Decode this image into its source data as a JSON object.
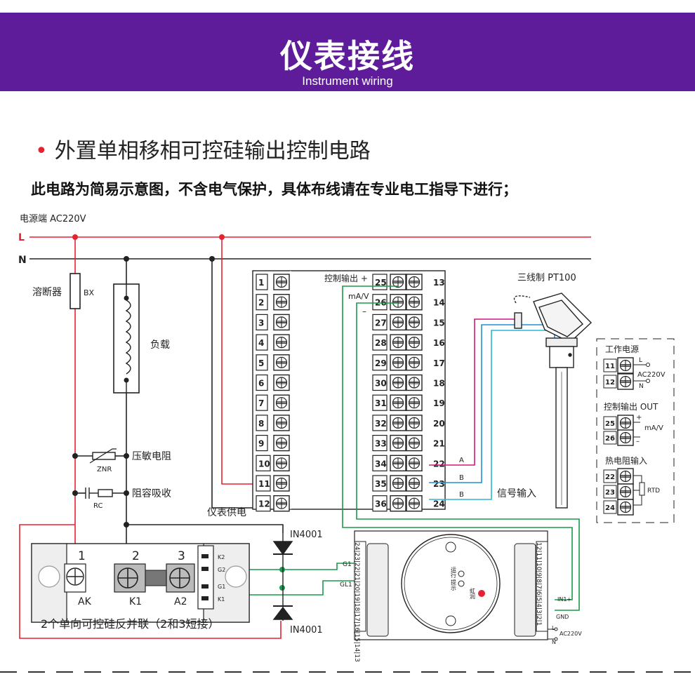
{
  "header": {
    "title": "仪表接线",
    "subtitle": "Instrument wiring"
  },
  "section": {
    "bullet": "•",
    "title": "外置单相移相可控硅输出控制电路"
  },
  "note": "此电路为简易示意图，不含电气保护，具体布线请在专业电工指导下进行；",
  "power": {
    "label": "电源端  AC220V",
    "line": "L",
    "neutral": "N"
  },
  "components": {
    "fuse": "溶断器",
    "fuse_code": "BX",
    "load": "负载",
    "varistor": "压敏电阻",
    "varistor_code": "ZNR",
    "snubber": "阻容吸收",
    "snubber_code": "RC",
    "instrument_supply": "仪表供电",
    "diode_top": "IN4001",
    "diode_bottom": "IN4001",
    "scr_caption": "2个单向可控硅反并联（2和3短接）",
    "scr_terms": [
      "1",
      "2",
      "3"
    ],
    "scr_names": [
      "AK",
      "K1",
      "A2"
    ],
    "scr_side": [
      "K2",
      "G2",
      "G1",
      "K1"
    ]
  },
  "terminals": {
    "left": [
      "1",
      "2",
      "3",
      "4",
      "5",
      "6",
      "7",
      "8",
      "9",
      "10",
      "11",
      "12"
    ],
    "mid": [
      "25",
      "26",
      "27",
      "28",
      "29",
      "30",
      "31",
      "32",
      "33",
      "34",
      "35",
      "36"
    ],
    "right": [
      "13",
      "14",
      "15",
      "16",
      "17",
      "18",
      "19",
      "20",
      "21",
      "22",
      "23",
      "24"
    ],
    "ctrl_out": "控制输出 +",
    "mav": "mA/V",
    "minus": "–",
    "signal_input": "信号输入",
    "wire_a": "A",
    "wire_b1": "B",
    "wire_b2": "B"
  },
  "sensor": {
    "label": "三线制 PT100"
  },
  "legend": {
    "power_title": "工作电源",
    "power_terms": [
      "11",
      "12"
    ],
    "power_L": "L",
    "power_N": "N",
    "power_ac": "AC220V",
    "ctrl_title": "控制输出 OUT",
    "ctrl_terms": [
      "25",
      "26"
    ],
    "ctrl_plus": "+",
    "ctrl_minus": "–",
    "ctrl_mav": "mA/V",
    "rtd_title": "热电阻输入",
    "rtd_terms": [
      "22",
      "23",
      "24"
    ],
    "rtd_label": "RTD"
  },
  "module": {
    "left_pins": "24|23|22|21|20|19|18|17|16|15|14|13",
    "right_pins": "12|11|10|9|8|7|6|5|4|3|2|1",
    "g1": "G1",
    "gl1": "GL1",
    "in1": "IN1+",
    "gnd": "GND",
    "ac": "AC220V",
    "l": "L",
    "n": "N",
    "run": "运行",
    "hint": "提示",
    "brand": "虹润"
  },
  "colors": {
    "banner": "#5f1c9a",
    "line_L": "#e52230",
    "green": "#1a9a4a",
    "magenta": "#d6157f",
    "blue": "#1f8fd6",
    "cyan": "#2ab5d8"
  }
}
